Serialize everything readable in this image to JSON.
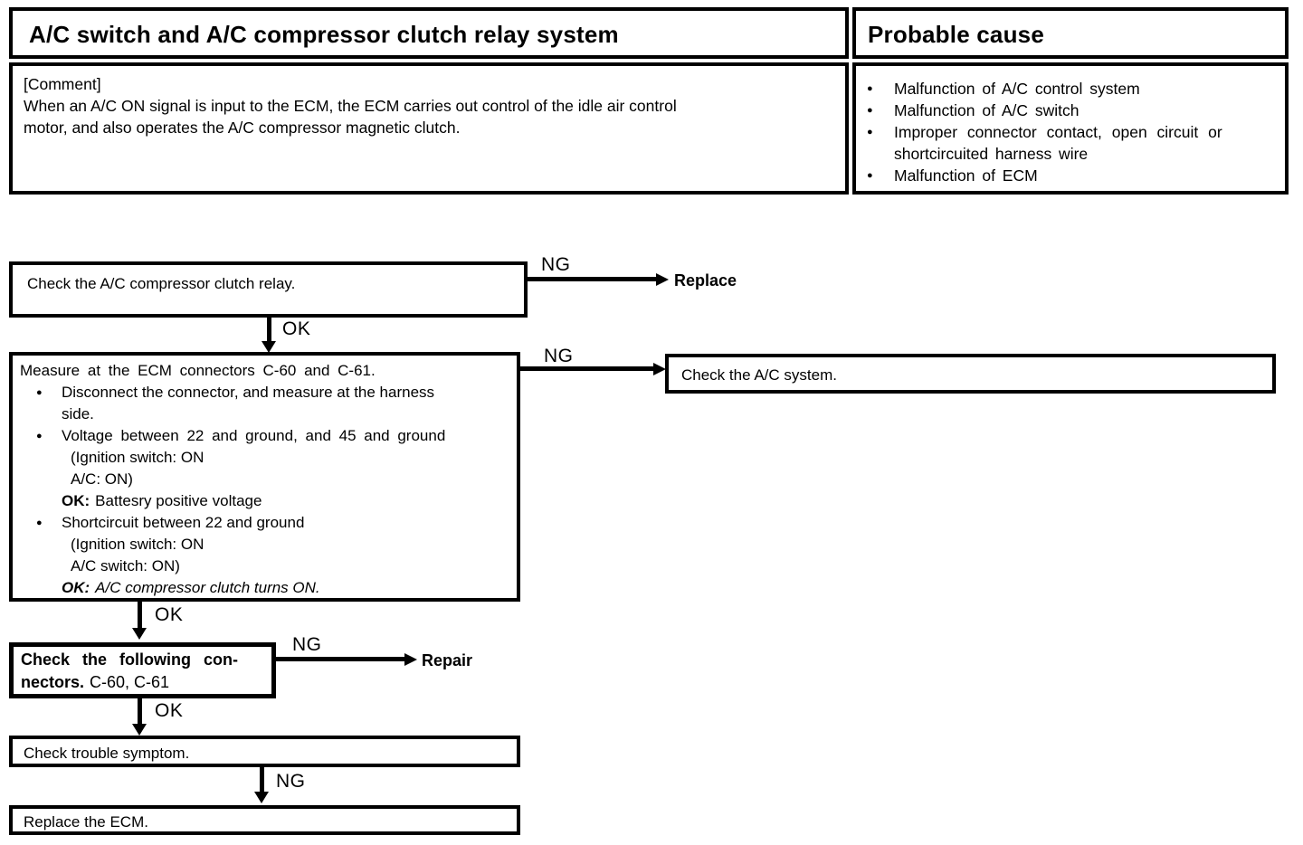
{
  "table": {
    "title": "A/C switch and A/C compressor clutch relay system",
    "probable_cause": {
      "title": "Probable cause",
      "items": [
        {
          "lines": [
            "Malfunction of A/C control system"
          ]
        },
        {
          "lines": [
            "Malfunction of A/C switch"
          ]
        },
        {
          "lines": [
            "Improper connector contact, open circuit or",
            "shortcircuited harness wire"
          ]
        },
        {
          "lines": [
            "Malfunction of ECM"
          ]
        }
      ]
    },
    "comment": {
      "label": "[Comment]",
      "lines": [
        "When an A/C ON signal is input to the ECM, the ECM carries out control of the idle air control",
        "motor, and also operates the A/C compressor magnetic clutch."
      ]
    }
  },
  "flowchart": {
    "labels": {
      "ok": "OK",
      "ng": "NG"
    },
    "colors": {
      "ink": "#000000",
      "paper": "#ffffff"
    },
    "step1": {
      "text": "Check the A/C compressor clutch relay.",
      "ng_result": "Replace"
    },
    "step2": {
      "title": "Measure at the ECM connectors C-60 and C-61.",
      "b1l1": "Disconnect the connector, and measure at the harness",
      "b1l2": "side.",
      "b2l1": "Voltage between 22 and ground, and 45 and ground",
      "b2l2": "(Ignition switch: ON",
      "b2l3": "A/C: ON)",
      "b2ok_label": "OK:",
      "b2ok_text": "Battesry positive voltage",
      "b3l1": "Shortcircuit between 22 and ground",
      "b3l2": "(Ignition switch: ON",
      "b3l3": "A/C switch: ON)",
      "b3ok_label": "OK:",
      "b3ok_text": "A/C compressor clutch turns ON.",
      "ng_result": "Check the A/C system."
    },
    "step3": {
      "bold_line1": "Check the following con-",
      "bold_line2": "nectors.",
      "rest_line2": "C-60, C-61",
      "ng_result": "Repair"
    },
    "step4": {
      "text": "Check trouble symptom."
    },
    "step5": {
      "text": "Replace the ECM."
    }
  }
}
